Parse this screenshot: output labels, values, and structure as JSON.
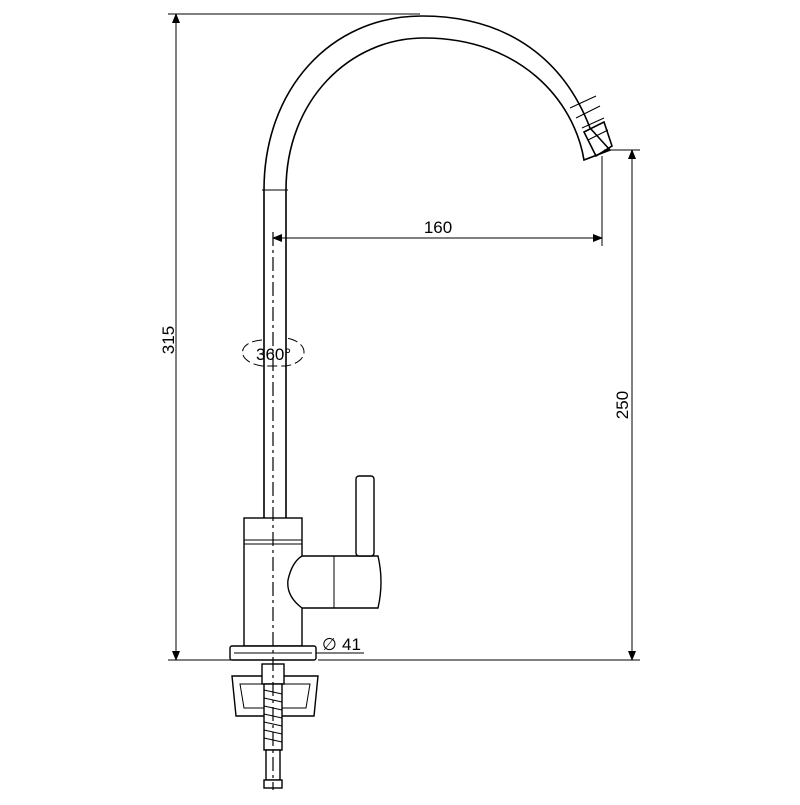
{
  "dimensions": {
    "total_height": "315",
    "reach": "160",
    "spout_height": "250",
    "base_diameter_symbol": "∅",
    "base_diameter": "41",
    "rotation": "360°"
  },
  "colors": {
    "line": "#000000",
    "background": "#ffffff"
  }
}
